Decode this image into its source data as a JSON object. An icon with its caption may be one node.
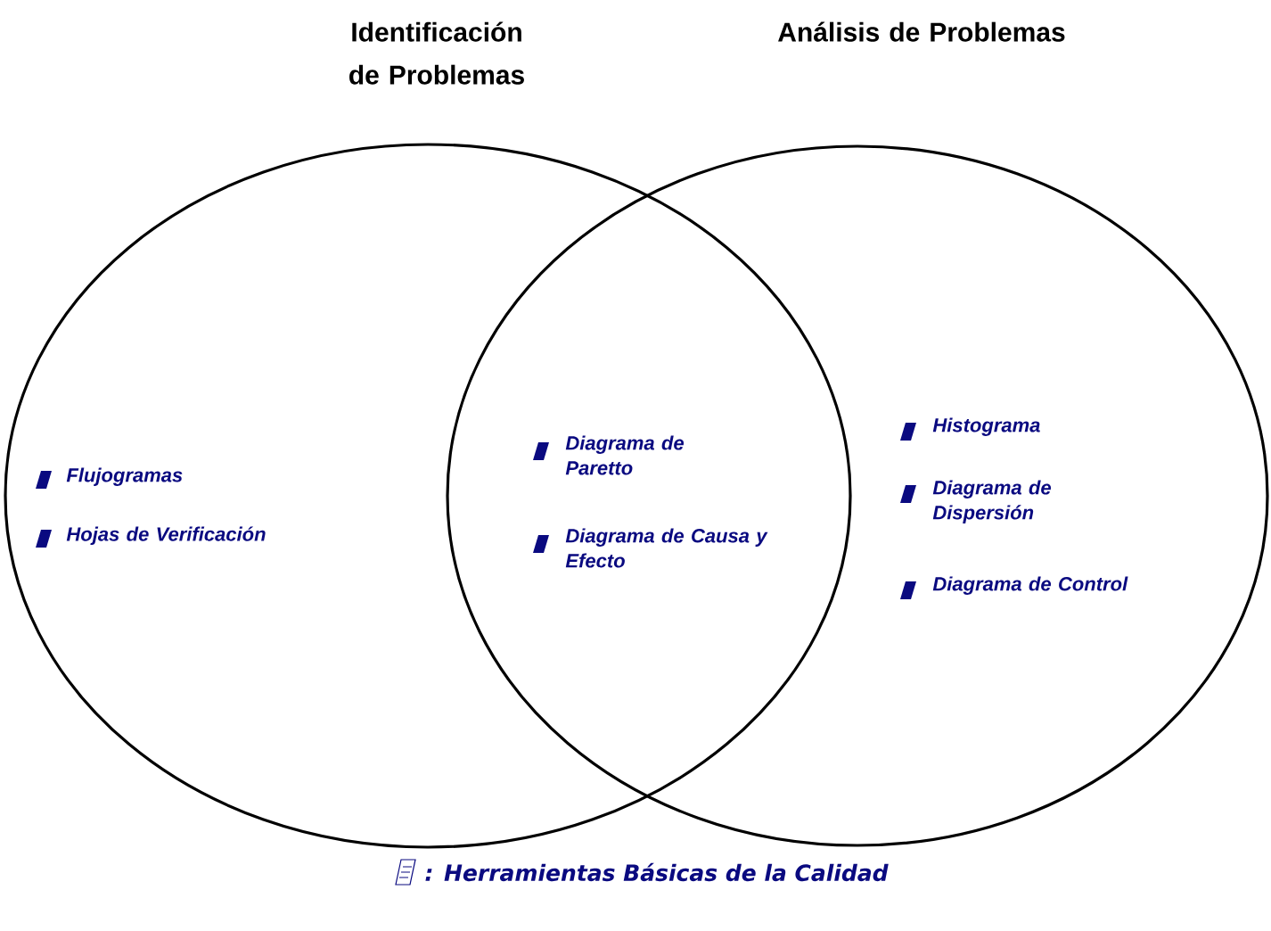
{
  "diagram": {
    "nodes": [
      {
        "text": [
          "Identificación de Problemas"
        ]
      },
      {
        "text": [
          "Análisis de Problemas"
        ]
      }
    ],
    "edges": [],
    "labels": [
      "Flujogramas",
      "Hojas de Verificación",
      "Diagrama de Paretto",
      "Diagrama de Causa y Efecto",
      "Histograma",
      "Diagrama de Dispersión",
      "Diagrama de Control"
    ],
    "legend": [
      {
        "text": ": Herramientas Básicas de la Calidad"
      }
    ]
  }
}
